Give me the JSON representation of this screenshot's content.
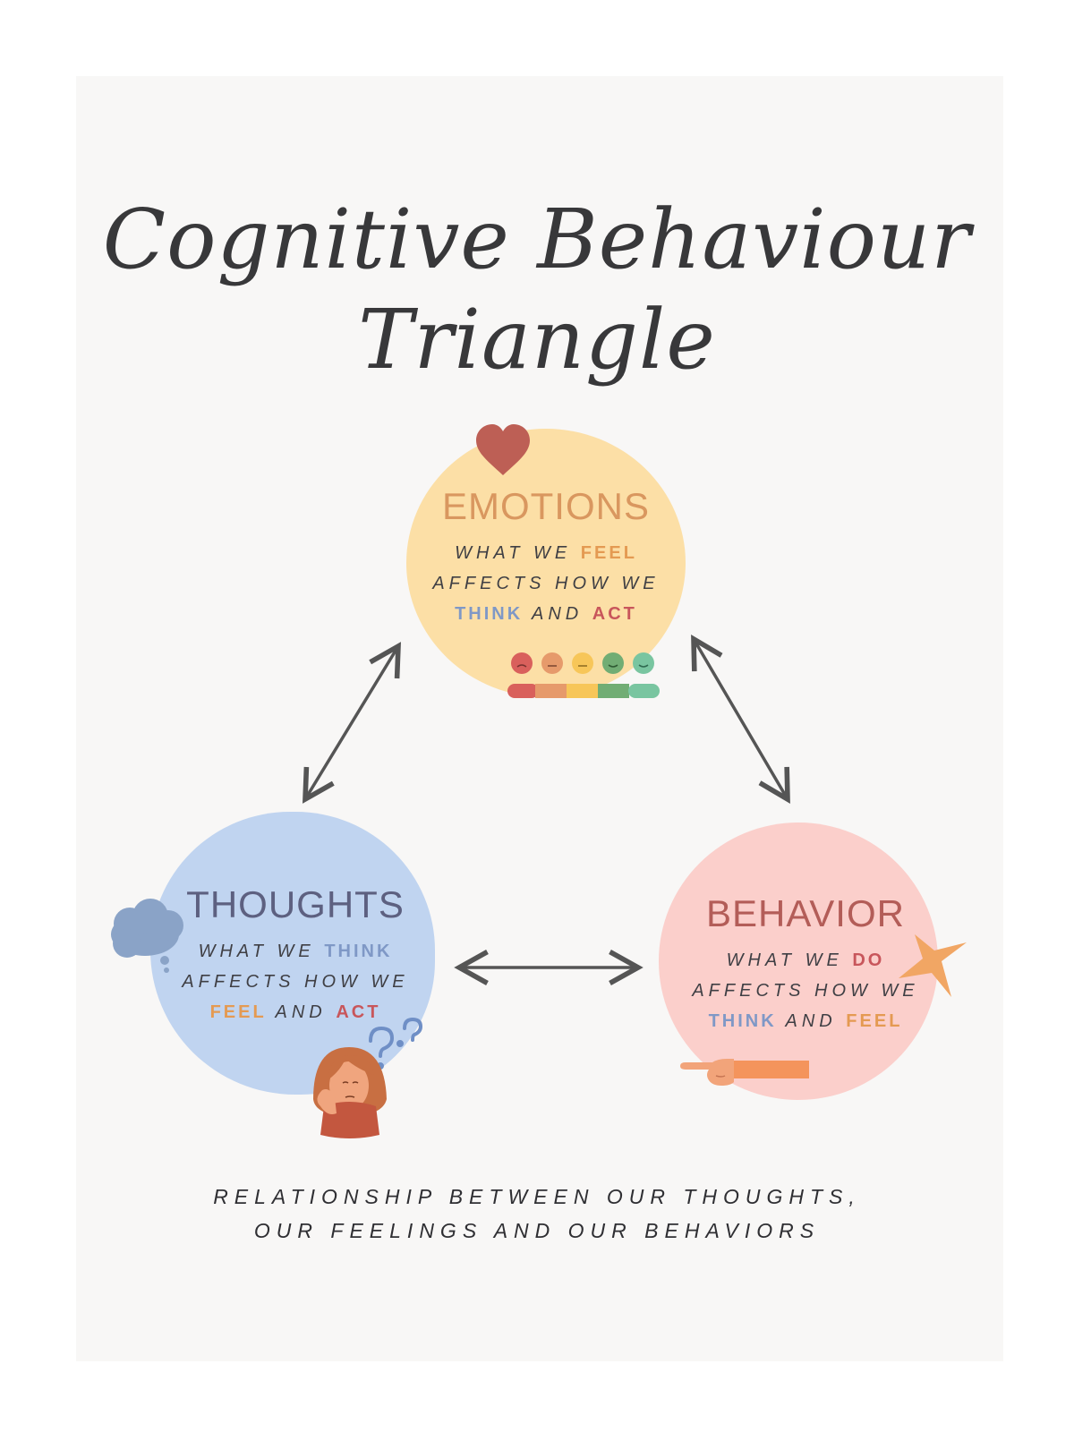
{
  "title": {
    "line1": "Cognitive Behaviour",
    "line2": "Triangle"
  },
  "nodes": {
    "emotions": {
      "title": "EMOTIONS",
      "lines": [
        "WHAT WE ",
        "FEEL",
        "AFFECTS HOW WE",
        "THINK",
        " AND ",
        "ACT"
      ]
    },
    "thoughts": {
      "title": "THOUGHTS",
      "lines": [
        "WHAT WE ",
        "THINK",
        "AFFECTS HOW WE",
        "FEEL",
        " AND ",
        "ACT"
      ]
    },
    "behavior": {
      "title": "BEHAVIOR",
      "lines": [
        "WHAT WE ",
        "DO",
        "AFFECTS HOW WE",
        "THINK",
        " AND ",
        "FEEL"
      ]
    }
  },
  "caption": {
    "line1": "RELATIONSHIP BETWEEN OUR THOUGHTS,",
    "line2": "OUR FEELINGS AND OUR BEHAVIORS"
  },
  "icons": {
    "emotions": [
      "heart-icon",
      "mood-scale-icon"
    ],
    "thoughts": [
      "thought-cloud-icon",
      "question-marks-icon",
      "thinking-person-icon"
    ],
    "behavior": [
      "starburst-icon",
      "pointing-hand-icon"
    ]
  },
  "colors": {
    "emotions_bg": "#fcdfa6",
    "thoughts_bg": "#c0d4f0",
    "behavior_bg": "#fbcfcb",
    "feel": "#e49a52",
    "think": "#7f98c6",
    "act": "#c8565b",
    "arrow": "#555555"
  }
}
